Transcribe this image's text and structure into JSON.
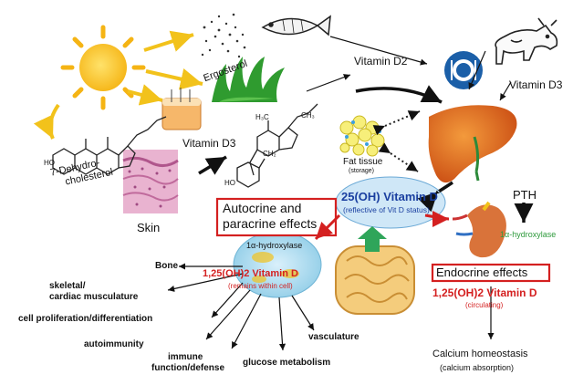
{
  "labels": {
    "ergosterol": "Ergosterol",
    "vitamin_d2": "Vitamin D2",
    "vitamin_d3_top": "Vitamin D3",
    "dehydro": [
      "7-Dehydro-",
      "cholesterol"
    ],
    "skin": "Skin",
    "vitamin_d3_mid": "Vitamin D3",
    "fat_tissue": "Fat tissue",
    "fat_storage": "(storage)",
    "autocrine": [
      "Autocrine and",
      "paracrine effects"
    ],
    "vit25": "25(OH) Vitamin D",
    "vit25_sub": "(reflective of  Vit D status)",
    "pth": "PTH",
    "one_alpha_right": "1α-hydroxylase",
    "one_alpha_left": "1α-hydroxylase",
    "vit125_left": "1,25(OH)2 Vitamin D",
    "vit125_left_sub": "(remains within cell)",
    "endocrine": "Endocrine effects",
    "vit125_right": "1,25(OH)2 Vitamin D",
    "vit125_right_sub": "(circulating)",
    "calcium": "Calcium homeostasis",
    "calcium_sub": "(calcium absorption)",
    "effects": {
      "bone": "Bone",
      "skeletal": [
        "skeletal/",
        "cardiac musculature"
      ],
      "prolif": "cell proliferation/differentiation",
      "autoimmunity": "autoimmunity",
      "immune": [
        "immune",
        "function/defense"
      ],
      "glucose": "glucose metabolism",
      "vasculature": "vasculature"
    },
    "chem_labels": {
      "h3c": "H₃C",
      "ch3": "CH₃",
      "ho1": "HO",
      "ho2": "HO",
      "ch2": "CH₂"
    }
  },
  "colors": {
    "red": "#d42020",
    "blue": "#1a3fa0",
    "green": "#2e9a3c",
    "sun": "#f7c21c",
    "liver": "#e0641c",
    "kidney": "#d9733a"
  }
}
